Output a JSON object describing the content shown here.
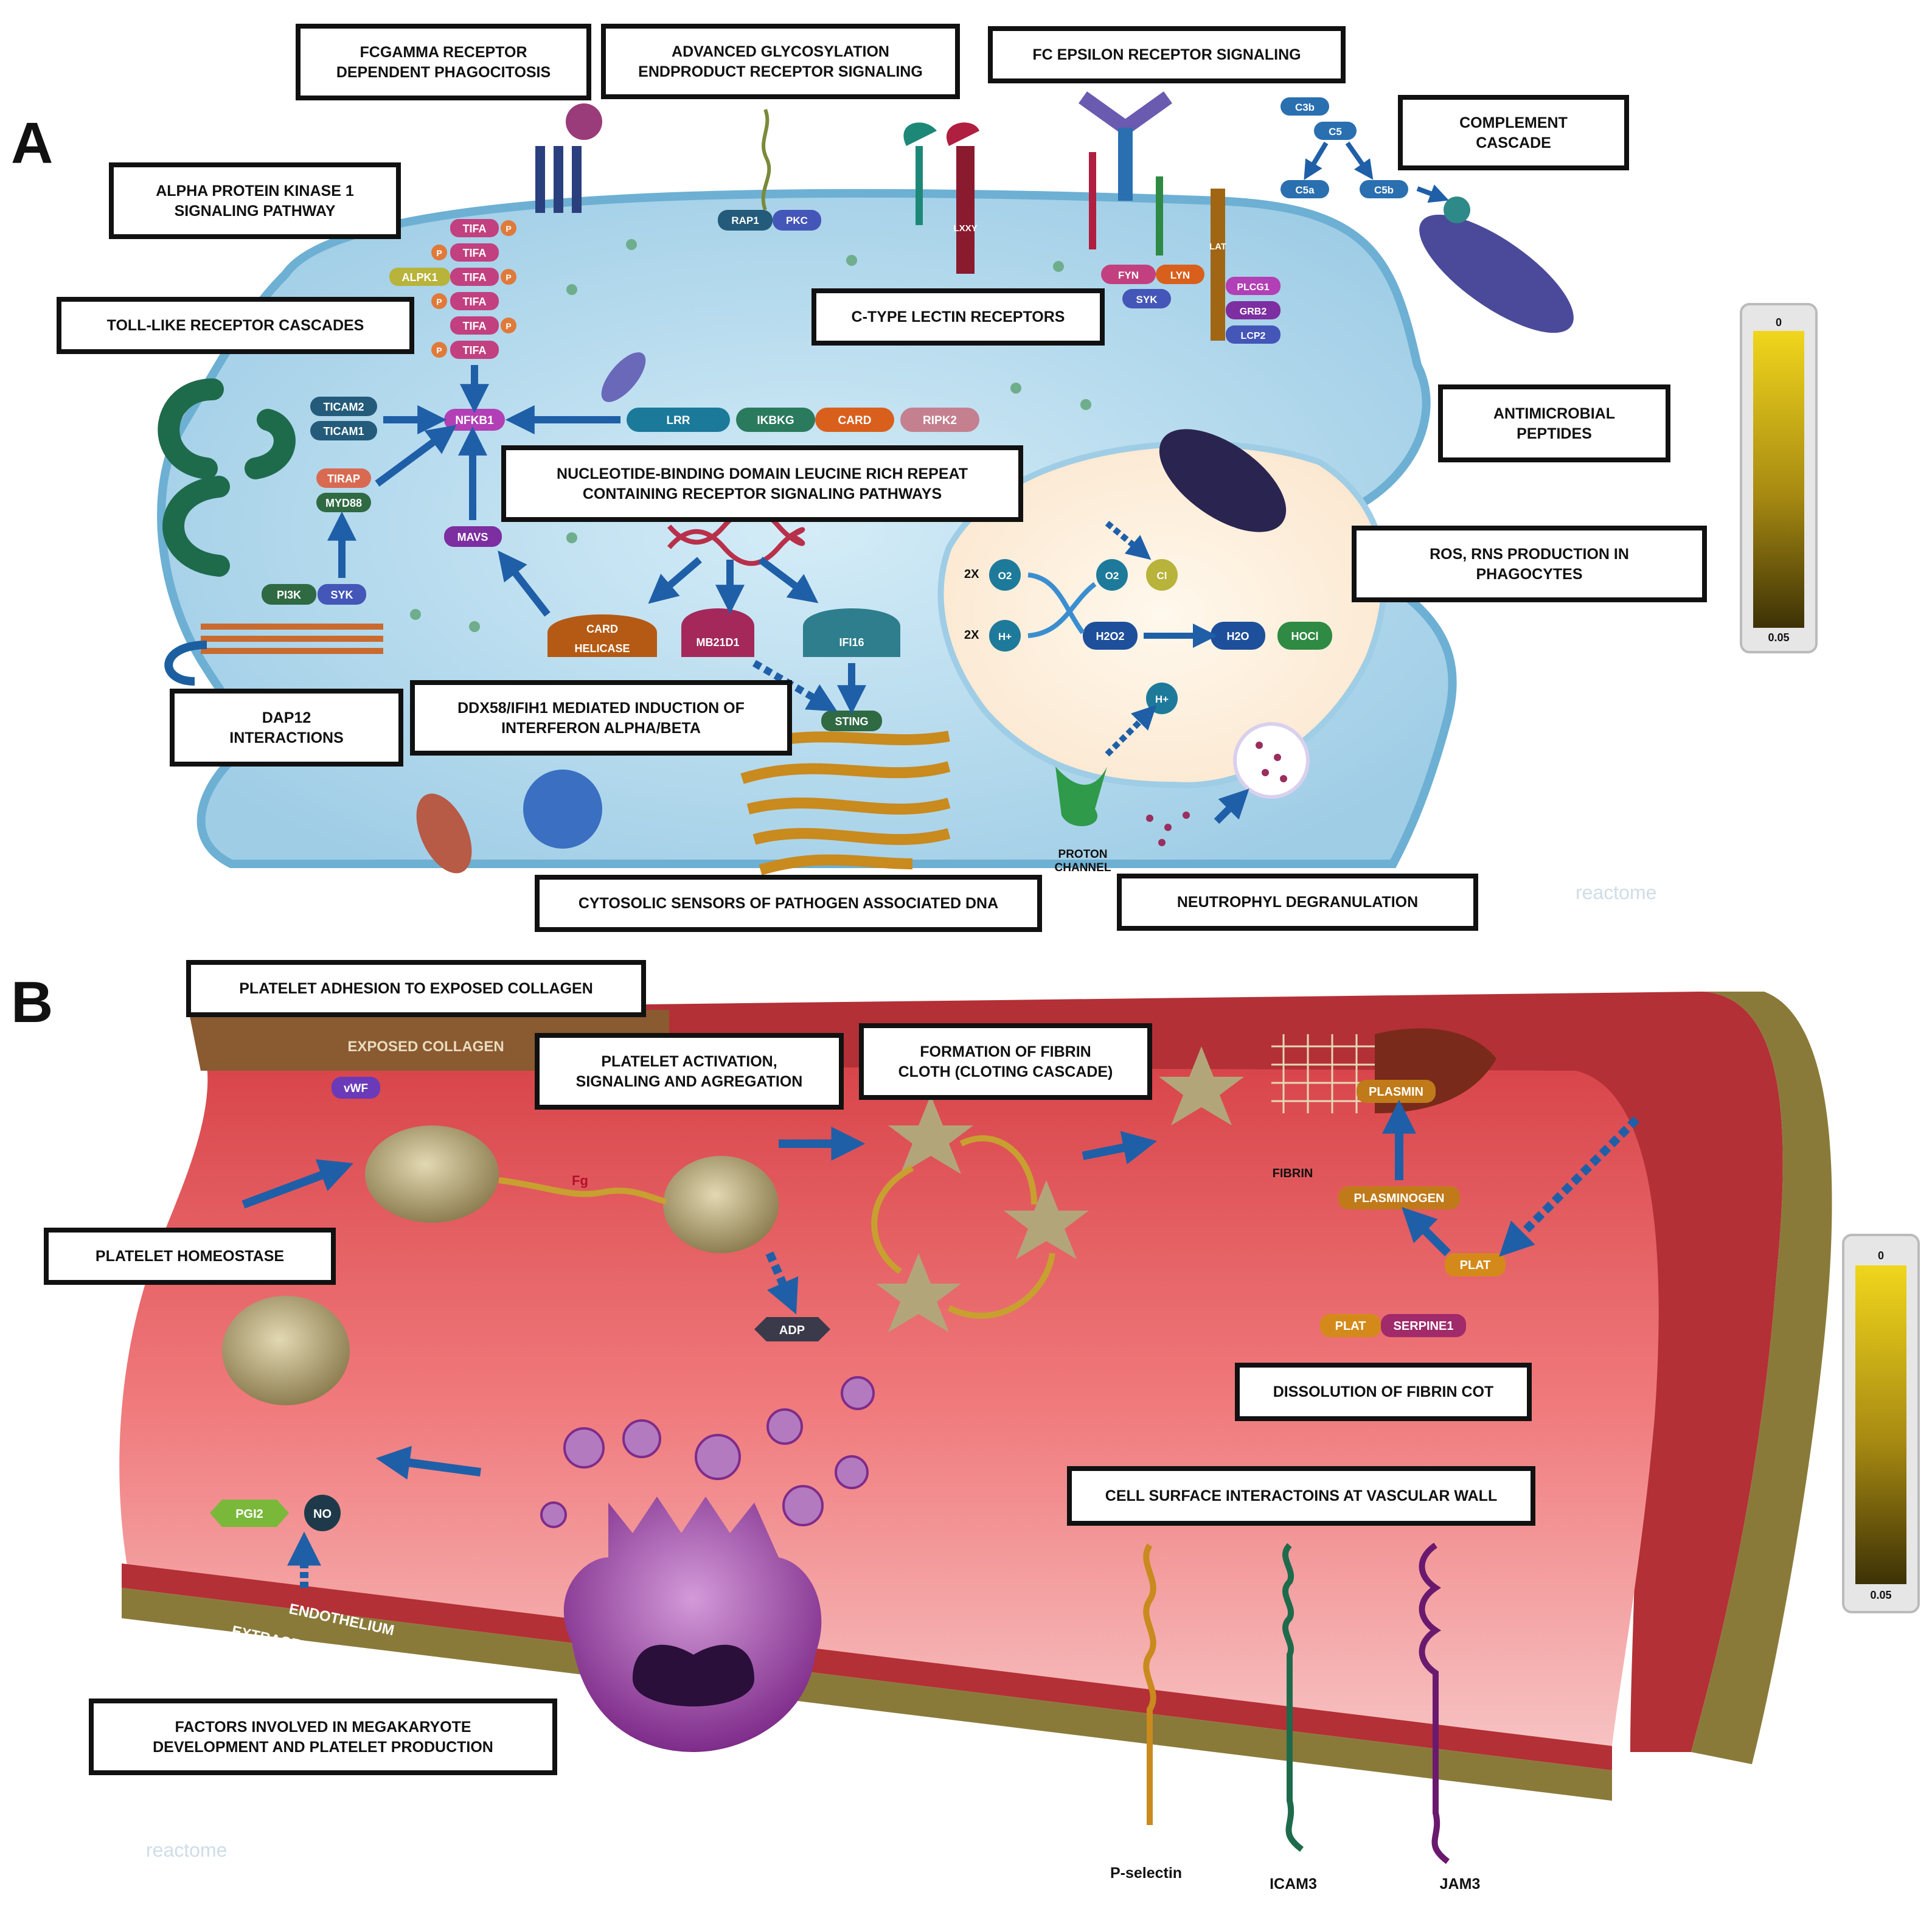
{
  "panel_letters": {
    "a": "A",
    "b": "B"
  },
  "panel_a": {
    "boxes": {
      "fcgamma": [
        "FCGAMMA RECEPTOR",
        "DEPENDENT PHAGOCITOSIS"
      ],
      "age": [
        "ADVANCED GLYCOSYLATION",
        "ENDPRODUCT RECEPTOR SIGNALING"
      ],
      "fc_epsilon": [
        "FC EPSILON RECEPTOR SIGNALING"
      ],
      "complement": [
        "COMPLEMENT",
        "CASCADE"
      ],
      "alpk1": [
        "ALPHA PROTEIN KINASE 1",
        "SIGNALING PATHWAY"
      ],
      "tlr": [
        "TOLL-LIKE RECEPTOR CASCADES"
      ],
      "clr": [
        "C-TYPE LECTIN RECEPTORS"
      ],
      "amp": [
        "ANTIMICROBIAL",
        "PEPTIDES"
      ],
      "nlr": [
        "NUCLEOTIDE-BINDING DOMAIN LEUCINE RICH REPEAT",
        "CONTAINING RECEPTOR SIGNALING PATHWAYS"
      ],
      "ros": [
        "ROS, RNS PRODUCTION IN",
        "PHAGOCYTES"
      ],
      "dap12": [
        "DAP12",
        "INTERACTIONS"
      ],
      "ddx58": [
        "DDX58/IFIH1 MEDIATED INDUCTION OF",
        "INTERFERON ALPHA/BETA"
      ],
      "cytosolic": [
        "CYTOSOLIC SENSORS OF PATHOGEN ASSOCIATED DNA"
      ],
      "neutrophyl": [
        "NEUTROPHYL DEGRANULATION"
      ]
    },
    "molecules": {
      "tifa": "TIFA",
      "p": "P",
      "alpk1": "ALPK1",
      "nfkb1": "NFKB1",
      "ticam2": "TICAM2",
      "ticam1": "TICAM1",
      "tirap": "TIRAP",
      "myd88": "MYD88",
      "pik": "PI3K",
      "syk": "SYK",
      "mavs": "MAVS",
      "lrr": "LRR",
      "ikbkg": "IKBKG",
      "card": "CARD",
      "ripk2": "RIPK2",
      "card2": "CARD",
      "helicase": "HELICASE",
      "mb21d1": "MB21D1",
      "ifi16": "IFI16",
      "sting": "STING",
      "rap1": "RAP1",
      "pkc": "PKC",
      "lxxy": "LXXY",
      "fyn": "FYN",
      "lyn": "LYN",
      "syk2": "SYK",
      "lat": "LAT",
      "plcg1": "PLCG1",
      "grb2": "GRB2",
      "lcp2": "LCP2",
      "c3b": "C3b",
      "c5": "C5",
      "c5a": "C5a",
      "c5b": "C5b",
      "o2": "O2",
      "h_plus": "H+",
      "h2o2": "H2O2",
      "h2o": "H2O",
      "hocl": "HOCl",
      "cl": "Cl",
      "h_plus2": "H+",
      "two_x_a": "2X",
      "two_x_b": "2X",
      "proton_channel": [
        "PROTON",
        "CHANNEL"
      ]
    },
    "watermark": "reactome",
    "legend": {
      "top": "0",
      "bottom": "0.05"
    }
  },
  "panel_b": {
    "boxes": {
      "platelet_adhesion": [
        "PLATELET ADHESION TO EXPOSED COLLAGEN"
      ],
      "platelet_activation": [
        "PLATELET ACTIVATION,",
        "SIGNALING AND AGREGATION"
      ],
      "fibrin_formation": [
        "FORMATION OF FIBRIN",
        "CLOTH (CLOTING CASCADE)"
      ],
      "homeostase": [
        "PLATELET HOMEOSTASE"
      ],
      "dissolution": [
        "DISSOLUTION OF FIBRIN COT"
      ],
      "cell_surface": [
        "CELL SURFACE INTERACTOINS AT VASCULAR WALL"
      ],
      "megakaryote": [
        "FACTORS INVOLVED IN MEGAKARYOTE",
        "DEVELOPMENT AND PLATELET PRODUCTION"
      ]
    },
    "molecules": {
      "exposed_collagen": "EXPOSED COLLAGEN",
      "vwf": "vWF",
      "fg": "Fg",
      "adp": "ADP",
      "plasmin": "PLASMIN",
      "fibrin": "FIBRIN",
      "plasminogen": "PLASMINOGEN",
      "plat": "PLAT",
      "plat2": "PLAT",
      "serpine1": "SERPINE1",
      "pgi2": "PGI2",
      "no": "NO",
      "endothelium": "ENDOTHELIUM",
      "extracellular_matrix": "EXTRACELLULAR MATRIX"
    },
    "receptors": [
      "P-selectin",
      "ICAM3",
      "JAM3"
    ],
    "watermark": "reactome",
    "legend": {
      "top": "0",
      "bottom": "0.05"
    }
  },
  "colors": {
    "membrane": "#bfe0f0",
    "vessel": "#e85a5e",
    "legend_top": "#e5cc1a",
    "legend_bottom": "#4a3d08"
  }
}
